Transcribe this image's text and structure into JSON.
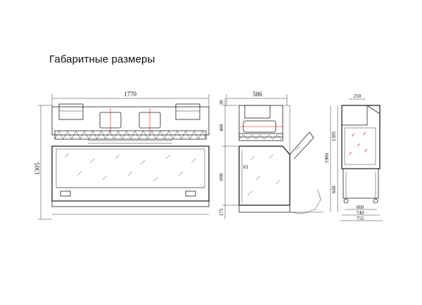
{
  "title": "Габаритные размеры",
  "front_view": {
    "width_label": "1770",
    "height_label": "1305"
  },
  "side_view": {
    "depth_label": "586",
    "top_label": "30",
    "upper_label": "460",
    "lower_label": "690",
    "base_label": "175",
    "inner_label": "81"
  },
  "right_view": {
    "top_label": "250",
    "height_label": "1395",
    "total_label": "1960",
    "stand_label": "660",
    "depth1_label": "660",
    "depth2_label": "740",
    "depth3_label": "755"
  },
  "colors": {
    "line": "#222222",
    "marker": "#d01818"
  }
}
